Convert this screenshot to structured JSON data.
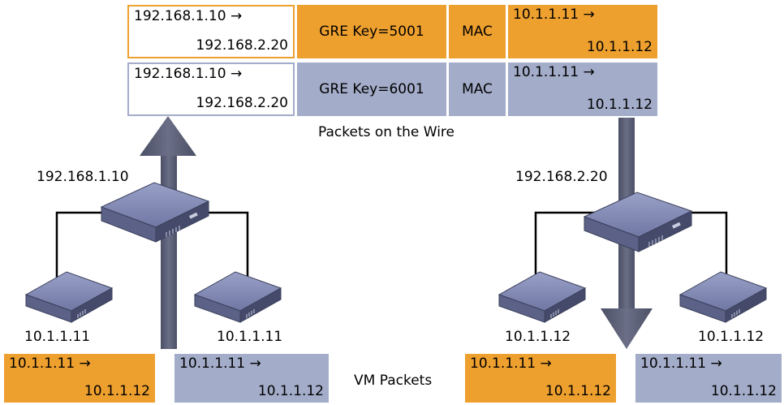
{
  "wire_packets": [
    {
      "outer_line1": "192.168.1.10 →",
      "outer_line2": "192.168.2.20",
      "gre": "GRE Key=5001",
      "mac": "MAC",
      "inner_line1": "10.1.1.11 →",
      "inner_line2": "10.1.1.12"
    },
    {
      "outer_line1": "192.168.1.10 →",
      "outer_line2": "192.168.2.20",
      "gre": "GRE Key=6001",
      "mac": "MAC",
      "inner_line1": "10.1.1.11 →",
      "inner_line2": "10.1.1.12"
    }
  ],
  "wire_caption": "Packets on the Wire",
  "hosts": {
    "left_host": "192.168.1.10",
    "right_host": "192.168.2.20",
    "left_vm_a": "10.1.1.11",
    "left_vm_b": "10.1.1.11",
    "right_vm_a": "10.1.1.12",
    "right_vm_b": "10.1.1.12"
  },
  "vm_packets": [
    {
      "line1": "10.1.1.11 →",
      "line2": "10.1.1.12"
    },
    {
      "line1": "10.1.1.11 →",
      "line2": "10.1.1.12"
    },
    {
      "line1": "10.1.1.11 →",
      "line2": "10.1.1.12"
    },
    {
      "line1": "10.1.1.11 →",
      "line2": "10.1.1.12"
    }
  ],
  "vm_caption": "VM Packets",
  "colors": {
    "orange": "#eea02f",
    "blue": "#a3acc9",
    "arrow": "#606479",
    "device_top": "#7f87b3",
    "device_side": "#4b5173"
  }
}
